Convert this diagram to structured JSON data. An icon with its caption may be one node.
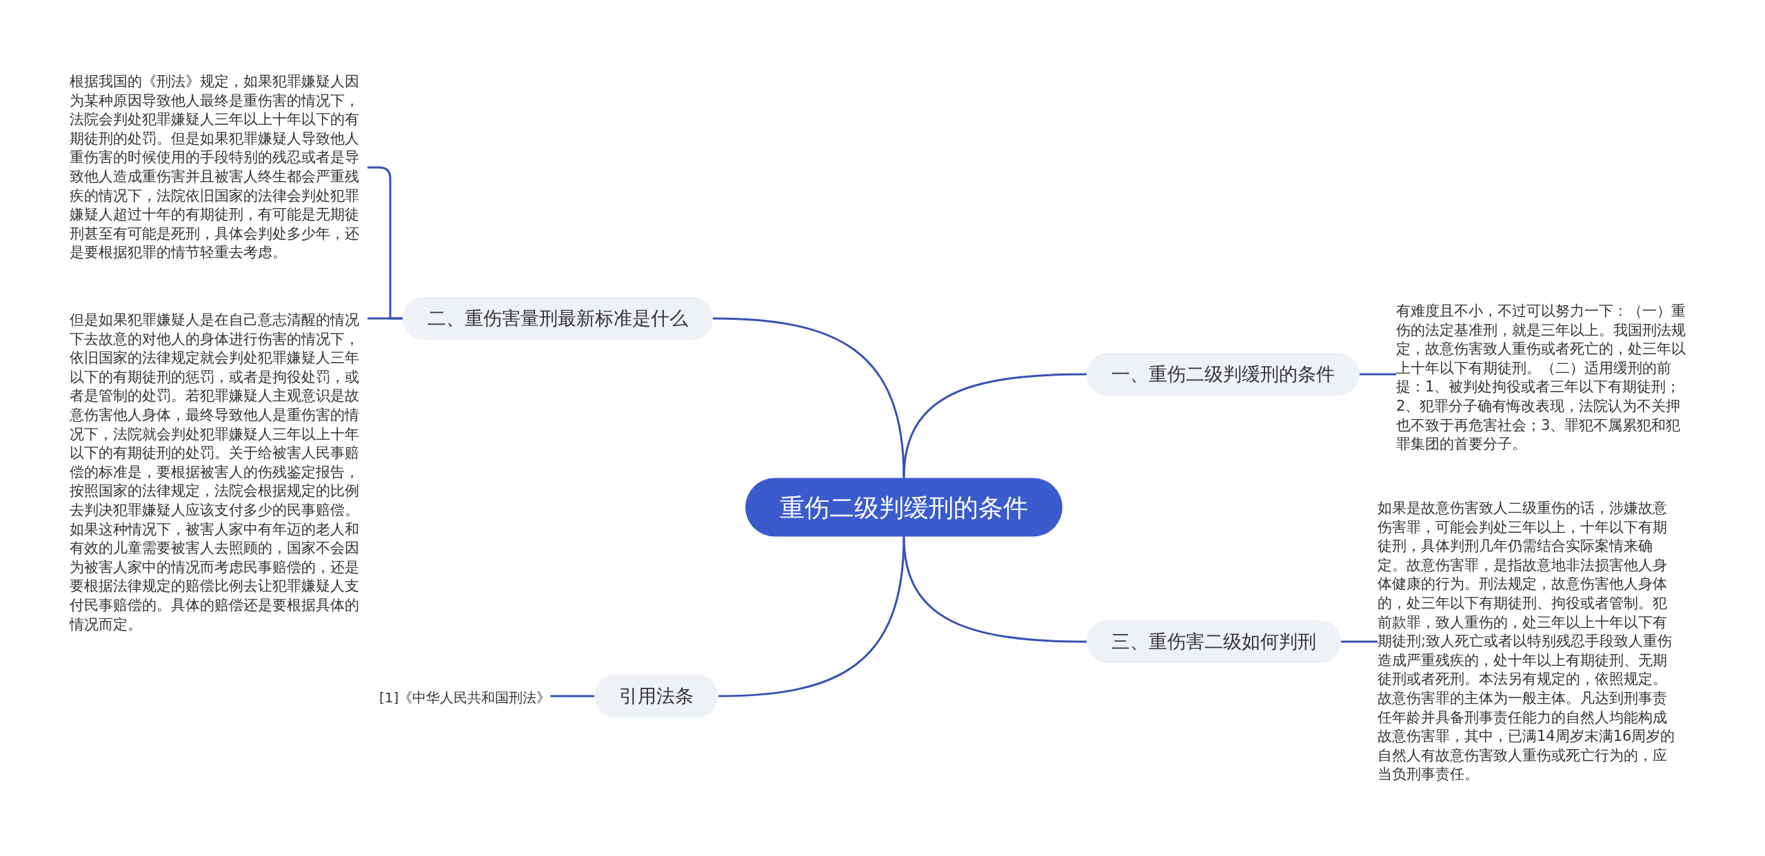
{
  "diagram": {
    "nodes": [
      {
        "text": [
          "重伤二级判缓刑的条件"
        ]
      },
      {
        "text": [
          "二、重伤害量刑最新标准是什么"
        ]
      },
      {
        "text": [
          "根据我国的《刑法》规定，如果犯罪嫌疑人因为某种原因导致他人最终是重伤害的情况下，法院会判处犯罪嫌疑人三年以上十年以下的有期徒刑的处罚。但是如果犯罪嫌疑人导致他人重伤害的时候使用的手段特别的残忍或者是导致他人造成重伤害并且被害人终生都会严重残疾的情况下，法院依旧国家的法律会判处犯罪嫌疑人超过十年的有期徒刑，有可能是无期徒刑甚至有可能是死刑，具体会判处多少年，还是要根据犯罪的情节轻重去考虑。"
        ]
      },
      {
        "text": [
          "但是如果犯罪嫌疑人是在自己意志清醒的情况下去故意的对他人的身体进行伤害的情况下，依旧国家的法律规定就会判处犯罪嫌疑人三年以下的有期徒刑的惩罚，或者是拘役处罚，或者是管制的处罚。若犯罪嫌疑人主观意识是故意伤害他人身体，最终导致他人是重伤害的情况下，法院就会判处犯罪嫌疑人三年以上十年以下的有期徒刑的处罚。关于给被害人民事赔偿的标准是，要根据被害人的伤残鉴定报告，按照国家的法律规定，法院会根据规定的比例去判决犯罪嫌疑人应该支付多少的民事赔偿。如果这种情况下，被害人家中有年迈的老人和有效的儿童需要被害人去照顾的，国家不会因为被害人家中的情况而考虑民事赔偿的，还是要根据法律规定的赔偿比例去让犯罪嫌疑人支付民事赔偿的。具体的赔偿还是要根据具体的情况而定。"
        ]
      },
      {
        "text": [
          "一、重伤二级判缓刑的条件"
        ]
      },
      {
        "text": [
          "有难度且不小，不过可以努力一下：（一）重伤的法定基准刑，就是三年以上。我国刑法规定，故意伤害致人重伤或者死亡的，处三年以上十年以下有期徒刑。（二）适用缓刑的前提：1、被判处拘役或者三年以下有期徒刑；2、犯罪分子确有悔改表现，法院认为不关押也不致于再危害社会；3、罪犯不属累犯和犯罪集团的首要分子。"
        ]
      },
      {
        "text": [
          "三、重伤害二级如何判刑"
        ]
      },
      {
        "text": [
          "如果是故意伤害致人二级重伤的话，涉嫌故意伤害罪，可能会判处三年以上，十年以下有期徒刑，具体判刑几年仍需结合实际案情来确定。故意伤害罪，是指故意地非法损害他人身体健康的行为。刑法规定，故意伤害他人身体的，处三年以下有期徒刑、拘役或者管制。犯前款罪，致人重伤的，处三年以上十年以下有期徒刑;致人死亡或者以特别残忍手段致人重伤造成严重残疾的，处十年以上有期徒刑、无期徒刑或者死刑。本法另有规定的，依照规定。故意伤害罪的主体为一般主体。凡达到刑事责任年龄并具备刑事责任能力的自然人均能构成故意伤害罪，其中，已满14周岁末满16周岁的自然人有故意伤害致人重伤或死亡行为的，应当负刑事责任。"
        ]
      },
      {
        "text": [
          "引用法条"
        ]
      },
      {
        "text": [
          "[1]《中华人民共和国刑法》"
        ]
      }
    ],
    "edges": [
      {
        "from": 0,
        "to": 1,
        "arrow": "none"
      },
      {
        "from": 1,
        "to": 2,
        "arrow": "none"
      },
      {
        "from": 1,
        "to": 3,
        "arrow": "none"
      },
      {
        "from": 0,
        "to": 4,
        "arrow": "none"
      },
      {
        "from": 4,
        "to": 5,
        "arrow": "none"
      },
      {
        "from": 0,
        "to": 6,
        "arrow": "none"
      },
      {
        "from": 6,
        "to": 7,
        "arrow": "none"
      },
      {
        "from": 0,
        "to": 8,
        "arrow": "none"
      },
      {
        "from": 8,
        "to": 9,
        "arrow": "none"
      }
    ]
  }
}
